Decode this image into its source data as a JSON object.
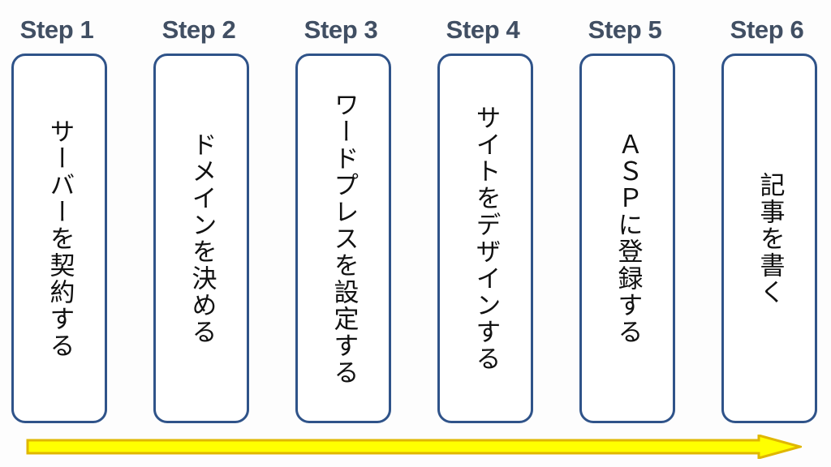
{
  "page": {
    "title": "ブログ開設6ステップ フロー図",
    "background_color": "#fdfdfd"
  },
  "theme": {
    "box_border_color": "#2f5389",
    "box_fill_color": "#ffffff",
    "step_label_color": "#414f63",
    "body_text_color": "#111111",
    "arrow_fill_color": "#ffff00",
    "arrow_border_color": "#e0b700"
  },
  "steps": [
    {
      "label": "Step 1",
      "text": "サーバーを契約する"
    },
    {
      "label": "Step 2",
      "text": "ドメインを決める"
    },
    {
      "label": "Step 3",
      "text": "ワードプレスを設定する"
    },
    {
      "label": "Step 4",
      "text": "サイトをデザインする"
    },
    {
      "label": "Step 5",
      "text": "ＡＳＰに登録する"
    },
    {
      "label": "Step 6",
      "text": "記事を書く"
    }
  ],
  "arrow": {
    "name": "progress-arrow",
    "direction": "right",
    "fill": "#ffff00",
    "stroke": "#e0b700"
  }
}
